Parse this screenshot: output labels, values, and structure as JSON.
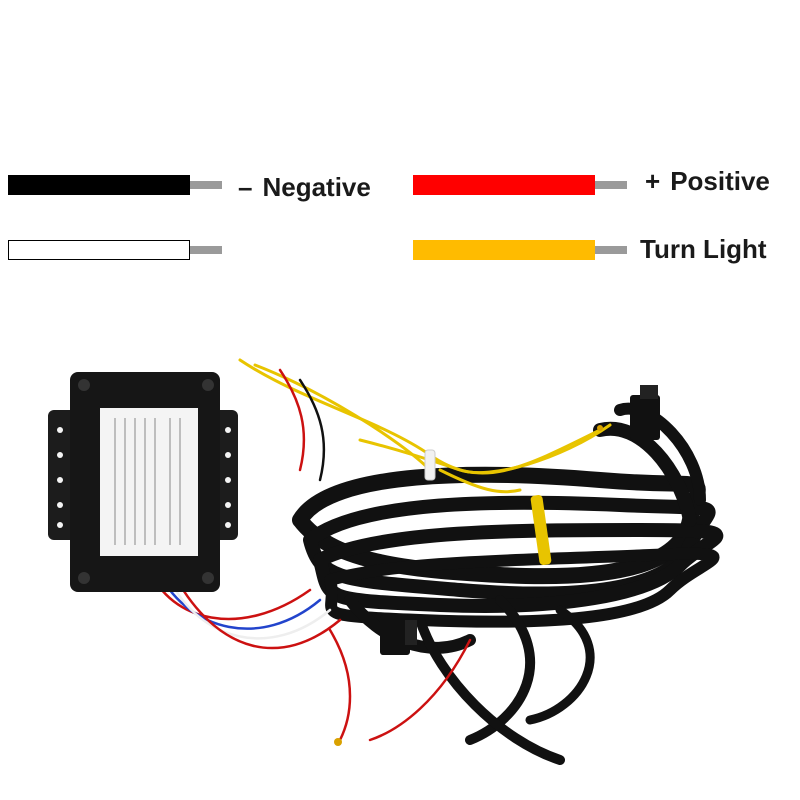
{
  "legend": {
    "negative": {
      "symbol": "–",
      "label": "Negative",
      "color": "#000000"
    },
    "positive": {
      "symbol": "+",
      "label": "Positive",
      "color": "#ff0000"
    },
    "turn_light": {
      "label": "Turn Light",
      "color": "#ffbb00"
    },
    "white_wire": {
      "color": "#ffffff"
    },
    "core_color": "#9a9a9a"
  }
}
